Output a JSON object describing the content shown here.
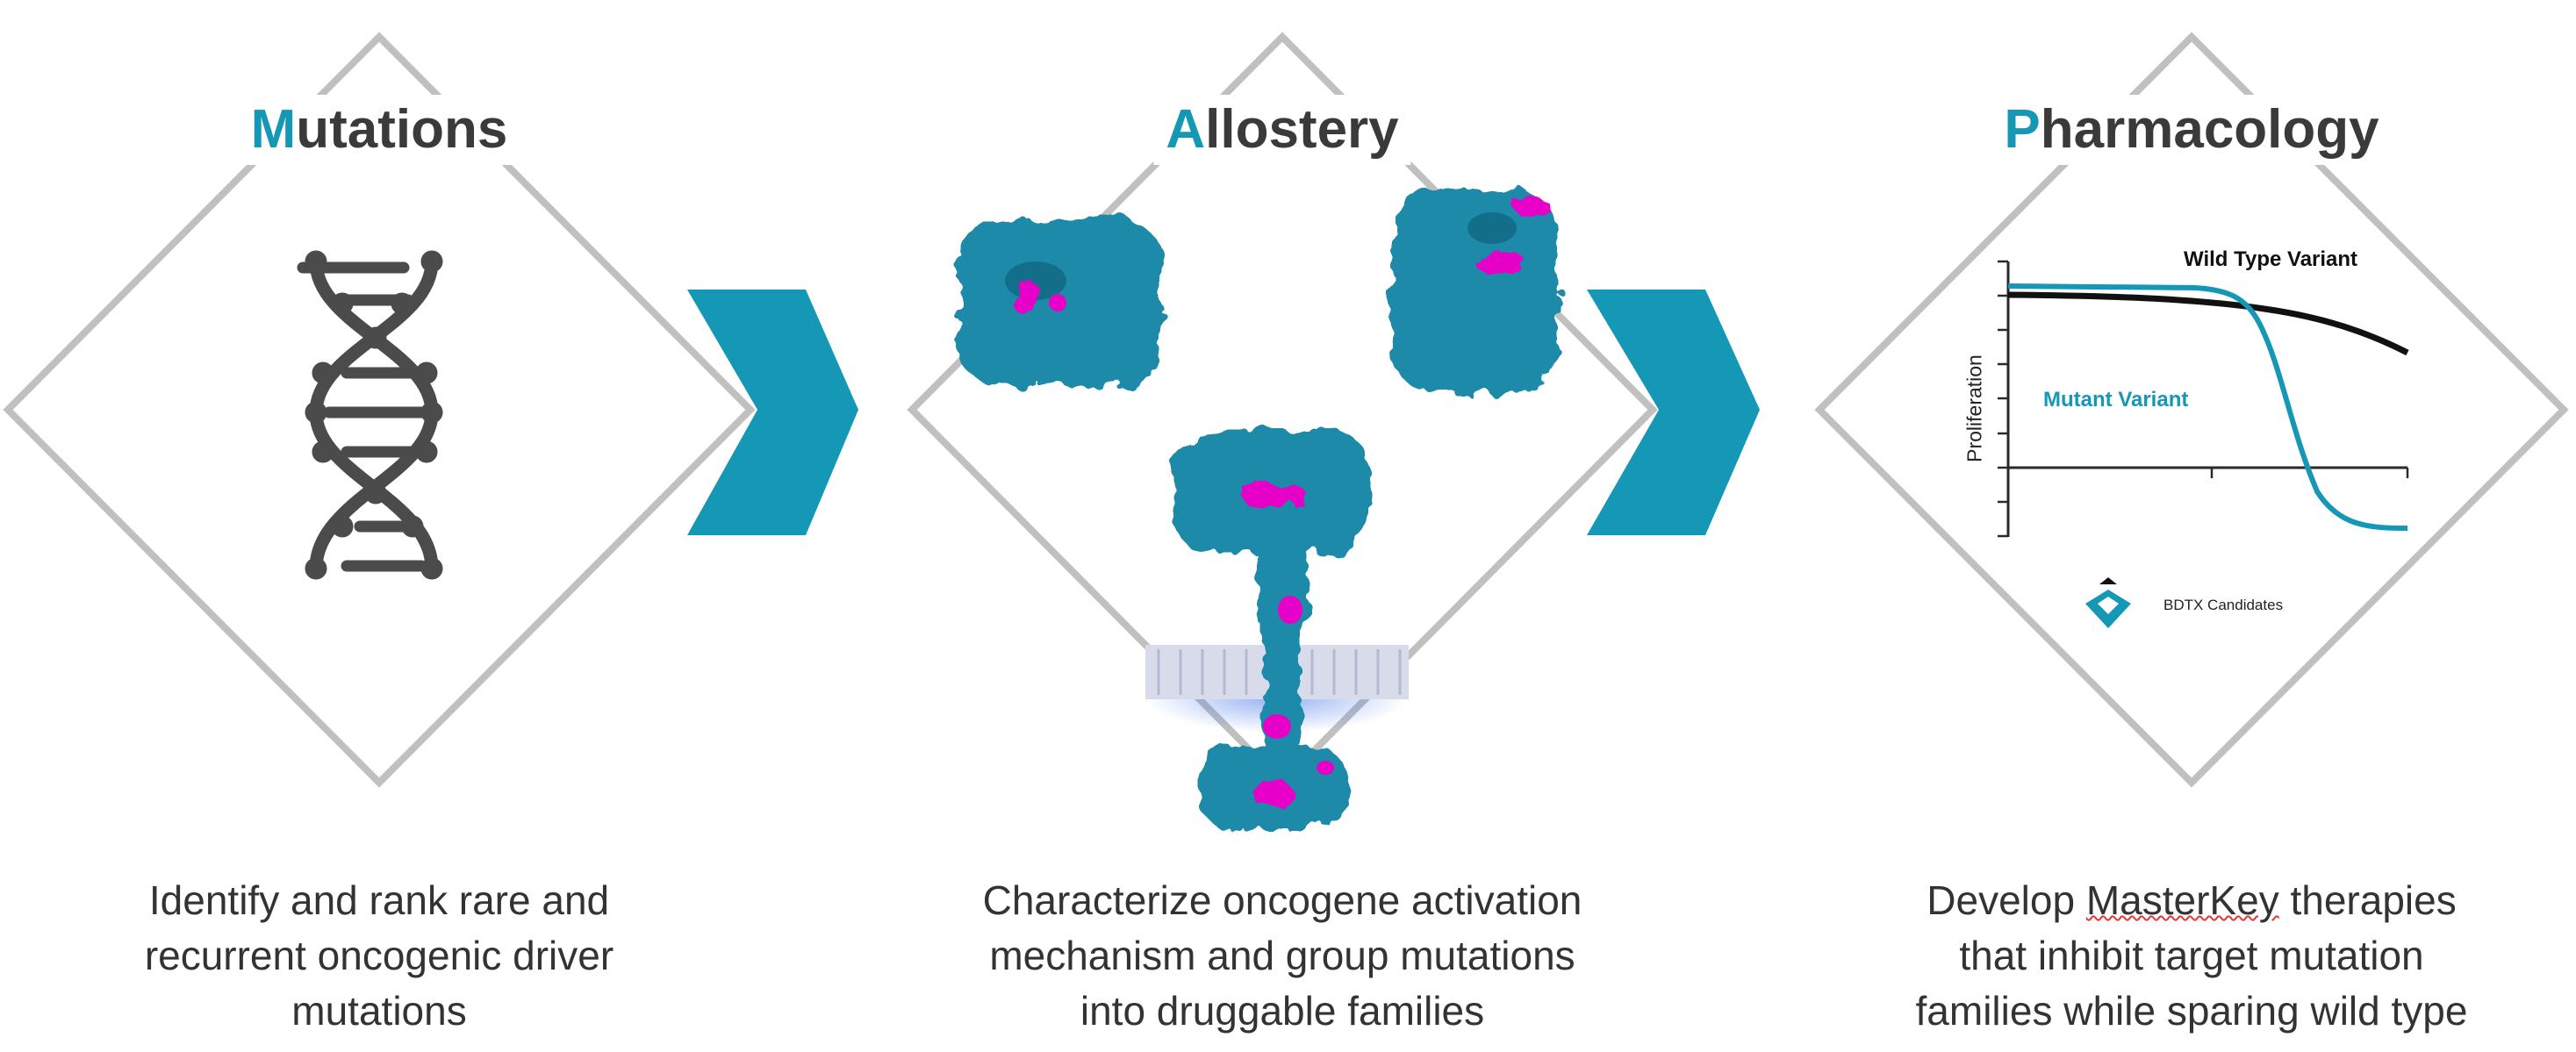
{
  "colors": {
    "accent": "#1597b6",
    "frame": "#c0c0c0",
    "dark": "#3a3a3a",
    "magenta": "#e600c8"
  },
  "panels": [
    {
      "title_initial": "M",
      "title_rest": "utations",
      "caption_lines": [
        "Identify and rank rare and",
        "recurrent oncogenic driver",
        "mutations"
      ]
    },
    {
      "title_initial": "A",
      "title_rest": "llostery",
      "caption_lines": [
        "Characterize oncogene activation",
        "mechanism and group mutations",
        "into druggable families"
      ]
    },
    {
      "title_initial": "P",
      "title_rest": "harmacology",
      "caption_pre": "Develop ",
      "caption_brand": "MasterKey",
      "caption_post": " therapies",
      "caption_lines": [
        "that inhibit target mutation",
        "families while sparing wild type"
      ]
    }
  ],
  "chart": {
    "ylabel": "Proliferation",
    "wild_type_label": "Wild Type Variant",
    "mutant_label": "Mutant Variant",
    "logo_label": "BDTX Candidates"
  },
  "icons": [
    "dna-icon",
    "protein-structure-icon",
    "membrane-receptor-icon",
    "bdtx-logo-icon",
    "chevron-right-icon"
  ]
}
